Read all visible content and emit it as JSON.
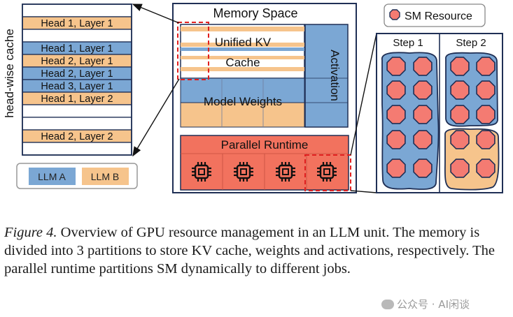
{
  "cache": {
    "side_label": "head-wise cache",
    "rows": [
      {
        "label": "",
        "color": "#ffffff"
      },
      {
        "label": "Head 1, Layer 1",
        "color": "#f6c48c"
      },
      {
        "label": "",
        "color": "#ffffff"
      },
      {
        "label": "Head 1, Layer 1",
        "color": "#7ba7d4"
      },
      {
        "label": "Head 2, Layer 1",
        "color": "#f6c48c"
      },
      {
        "label": "Head 2, Layer 1",
        "color": "#7ba7d4"
      },
      {
        "label": "Head 3, Layer 1",
        "color": "#7ba7d4"
      },
      {
        "label": "Head 1, Layer 2",
        "color": "#f6c48c"
      },
      {
        "label": "",
        "color": "#ffffff"
      },
      {
        "label": "",
        "color": "#ffffff"
      },
      {
        "label": "Head 2, Layer 2",
        "color": "#f6c48c"
      },
      {
        "label": "",
        "color": "#ffffff"
      }
    ]
  },
  "legend": {
    "items": [
      {
        "label": "LLM A",
        "color": "#7ba7d4"
      },
      {
        "label": "LLM B",
        "color": "#f6c48c"
      }
    ]
  },
  "memory": {
    "title": "Memory Space",
    "kv_line1": "Unified KV",
    "kv_line2": "Cache",
    "weights": "Model Weights",
    "activation": "Activation",
    "runtime": "Parallel Runtime"
  },
  "sm": {
    "legend_label": "SM Resource",
    "step1": "Step 1",
    "step2": "Step 2"
  },
  "colors": {
    "blue": "#7ba7d4",
    "orange": "#f6c48c",
    "red": "#f2725e",
    "sm_fill": "#f47b72",
    "navy": "#1f2f55",
    "dashed": "#e02020"
  },
  "caption": {
    "fig_label": "Figure 4.",
    "text": "Overview of GPU resource management in an LLM unit. The memory is divided into 3 partitions to store KV cache, weights and activations, respectively. The parallel runtime partitions SM dynamically to different jobs."
  },
  "watermark": "公众号 · AI闲谈"
}
